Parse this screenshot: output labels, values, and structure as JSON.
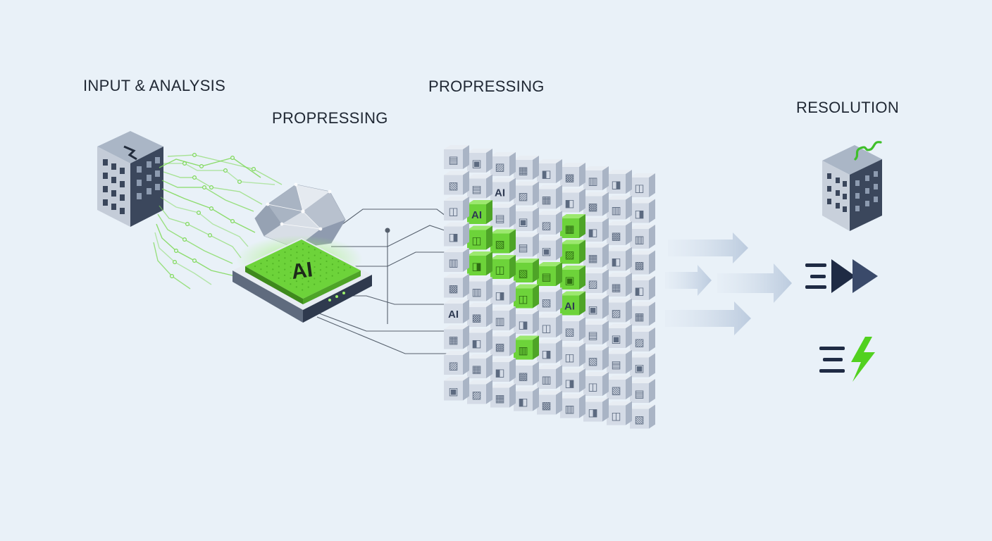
{
  "stages": {
    "input": "INPUT & ANALYSIS",
    "preprocessing": "PROPRESSING",
    "processing": "PROPRESSING",
    "resolution": "RESOLUTION"
  },
  "chip": {
    "label": "AI"
  },
  "grid": {
    "cell_label": "AI",
    "rows": 10,
    "cols": 9
  },
  "colors": {
    "background": "#e9f1f8",
    "accent": "#6dd33a",
    "dark": "#2e3a52",
    "tile_face": "#d4dbe6",
    "tile_side": "#a9b4c5",
    "arrow": "#c9d6e6"
  },
  "icons": [
    "broken-building-icon",
    "ai-brain-icon",
    "ai-chip-icon",
    "data-tile-icon",
    "arrow-right-icon",
    "fast-forward-icon",
    "lightning-bolt-icon",
    "repaired-building-icon"
  ]
}
